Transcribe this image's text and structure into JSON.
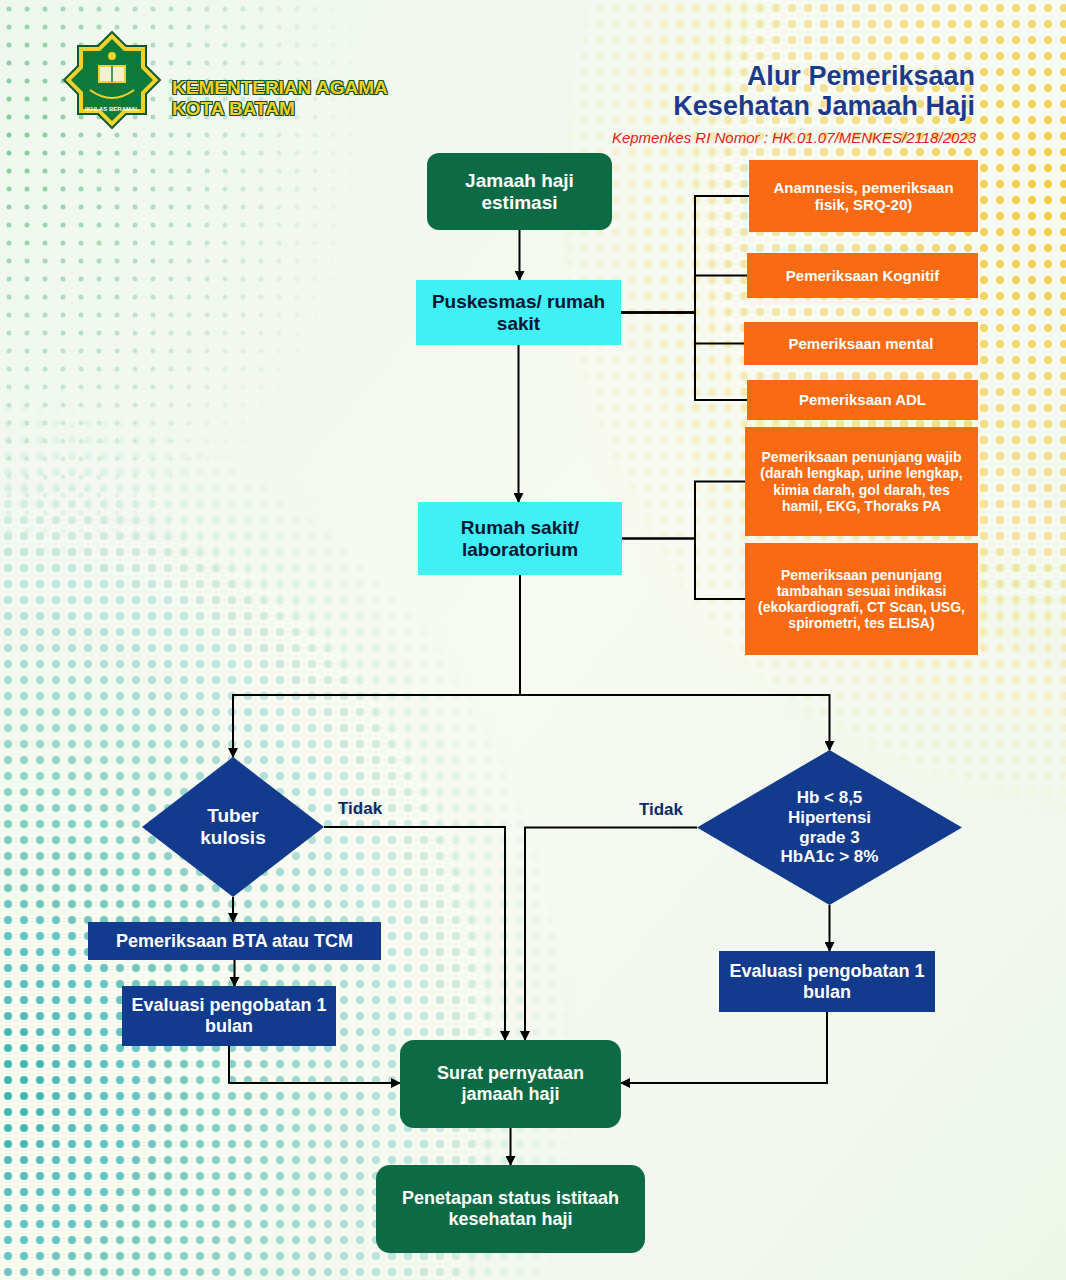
{
  "diagram": {
    "title": "Alur Pemeriksaan Kesehatan Jamaah Haji",
    "nodes": [
      {
        "text": [
          "Jamaah haji estimasi"
        ]
      },
      {
        "text": [
          "Puskesmas/ rumah sakit"
        ]
      },
      {
        "text": [
          "Anamnesis, pemeriksaan fisik, SRQ-20)"
        ]
      },
      {
        "text": [
          "Pemeriksaan Kognitif"
        ]
      },
      {
        "text": [
          "Pemeriksaan mental"
        ]
      },
      {
        "text": [
          "Pemeriksaan ADL"
        ]
      },
      {
        "text": [
          "Rumah sakit/ laboratorium"
        ]
      },
      {
        "text": [
          "Pemeriksaan penunjang wajib (darah lengkap, urine lengkap, kimia darah, gol darah, tes hamil, EKG, Thoraks PA"
        ]
      },
      {
        "text": [
          "Pemeriksaan penunjang tambahan sesuai indikasi (ekokardiografi, CT Scan, USG, spirometri, tes ELISA)"
        ]
      },
      {
        "text": [
          "Tuber kulosis"
        ]
      },
      {
        "text": [
          "Hb < 8,5 Hipertensi grade 3 HbA1c > 8%"
        ]
      },
      {
        "text": [
          "Pemeriksaan BTA atau TCM"
        ]
      },
      {
        "text": [
          "Evaluasi pengobatan 1 bulan"
        ]
      },
      {
        "text": [
          "Evaluasi pengobatan 1 bulan"
        ]
      },
      {
        "text": [
          "Surat pernyataan jamaah haji"
        ]
      },
      {
        "text": [
          "Penetapan status istitaah kesehatan haji"
        ]
      }
    ],
    "edges": [
      {
        "from": 0,
        "to": 1,
        "arrow": "to"
      },
      {
        "from": 1,
        "to": 2,
        "arrow": "none"
      },
      {
        "from": 1,
        "to": 3,
        "arrow": "none"
      },
      {
        "from": 1,
        "to": 4,
        "arrow": "none"
      },
      {
        "from": 1,
        "to": 5,
        "arrow": "none"
      },
      {
        "from": 1,
        "to": 6,
        "arrow": "to"
      },
      {
        "from": 6,
        "to": 7,
        "arrow": "none"
      },
      {
        "from": 6,
        "to": 8,
        "arrow": "none"
      },
      {
        "from": 6,
        "to": 9,
        "arrow": "to"
      },
      {
        "from": 6,
        "to": 10,
        "arrow": "to"
      },
      {
        "from": 9,
        "to": 14,
        "label": "Tidak",
        "arrow": "to"
      },
      {
        "from": 10,
        "to": 14,
        "label": "Tidak",
        "arrow": "to"
      },
      {
        "from": 9,
        "to": 11,
        "arrow": "to"
      },
      {
        "from": 11,
        "to": 12,
        "arrow": "to"
      },
      {
        "from": 12,
        "to": 14,
        "arrow": "to"
      },
      {
        "from": 10,
        "to": 13,
        "arrow": "to"
      },
      {
        "from": 13,
        "to": 14,
        "arrow": "to"
      },
      {
        "from": 14,
        "to": 15,
        "arrow": "to"
      }
    ],
    "labels": [
      "KEMENTERIAN AGAMA KOTA BATAM",
      "IKHLAS BERAMAL",
      "Kepmenkes RI Nomor : HK.01.07/MENKES/2118/2023"
    ]
  }
}
